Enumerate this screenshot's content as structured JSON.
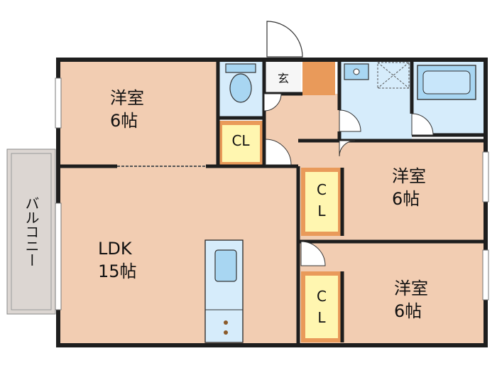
{
  "colors": {
    "room": "#f2cdb2",
    "closet": "#e99a5a",
    "closet_inner": "#fff6b0",
    "wet": "#d6ecfb",
    "fixture": "#a8d6f2",
    "balcony": "#dcd6d2",
    "wall": "#1e1e1e",
    "entrance": "#f6f6f6"
  },
  "rooms": {
    "western_nw": {
      "name": "洋室",
      "size": "6帖"
    },
    "western_e1": {
      "name": "洋室",
      "size": "6帖"
    },
    "western_e2": {
      "name": "洋室",
      "size": "6帖"
    },
    "ldk": {
      "name": "LDK",
      "size": "15帖"
    },
    "entrance": {
      "name": "玄"
    },
    "balcony": {
      "name": "バルコニー"
    }
  },
  "closets": {
    "cl_upper": "CL",
    "cl_mid_c": "C",
    "cl_mid_l": "L",
    "cl_low_c": "C",
    "cl_low_l": "L"
  }
}
